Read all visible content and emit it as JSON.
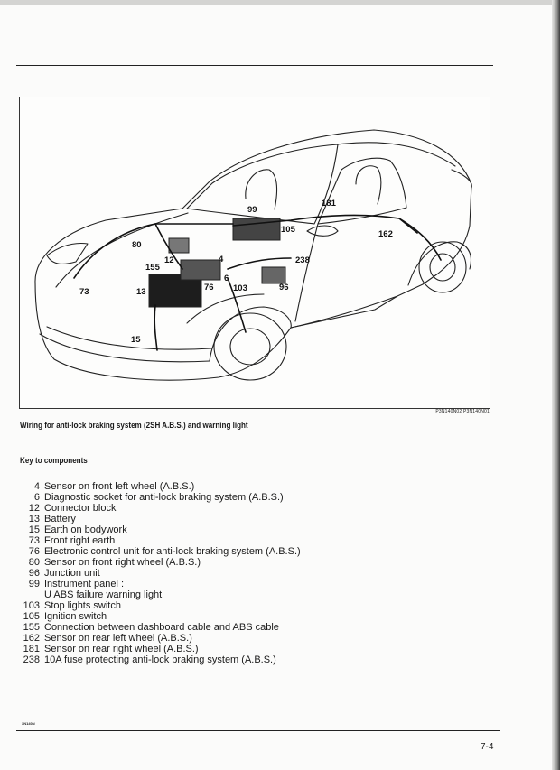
{
  "figure": {
    "ref_code": "P3N140N02  P3N140N01",
    "callouts": [
      {
        "label": "99"
      },
      {
        "label": "181"
      },
      {
        "label": "105"
      },
      {
        "label": "162"
      },
      {
        "label": "80"
      },
      {
        "label": "155"
      },
      {
        "label": "12"
      },
      {
        "label": "4"
      },
      {
        "label": "238"
      },
      {
        "label": "73"
      },
      {
        "label": "13"
      },
      {
        "label": "76"
      },
      {
        "label": "6"
      },
      {
        "label": "103"
      },
      {
        "label": "96"
      },
      {
        "label": "15"
      }
    ]
  },
  "caption": "Wiring for anti-lock braking system (2SH A.B.S.) and warning light",
  "key_heading": "Key to components",
  "components": [
    {
      "num": "4",
      "desc": "Sensor on front left wheel (A.B.S.)"
    },
    {
      "num": "6",
      "desc": "Diagnostic socket for anti-lock braking system (A.B.S.)"
    },
    {
      "num": "12",
      "desc": "Connector block"
    },
    {
      "num": "13",
      "desc": "Battery"
    },
    {
      "num": "15",
      "desc": "Earth on bodywork"
    },
    {
      "num": "73",
      "desc": "Front right earth"
    },
    {
      "num": "76",
      "desc": "Electronic control unit for anti-lock braking system (A.B.S.)"
    },
    {
      "num": "80",
      "desc": "Sensor on front right wheel (A.B.S.)"
    },
    {
      "num": "96",
      "desc": "Junction unit"
    },
    {
      "num": "99",
      "desc": "Instrument panel :"
    },
    {
      "num": "",
      "desc": "U ABS failure warning light"
    },
    {
      "num": "103",
      "desc": "Stop lights switch"
    },
    {
      "num": "105",
      "desc": "Ignition switch"
    },
    {
      "num": "155",
      "desc": "Connection between dashboard cable and ABS cable"
    },
    {
      "num": "162",
      "desc": "Sensor on rear left wheel (A.B.S.)"
    },
    {
      "num": "181",
      "desc": "Sensor on rear right wheel (A.B.S.)"
    },
    {
      "num": "238",
      "desc": "10A fuse protecting anti-lock braking system (A.B.S.)"
    }
  ],
  "footer_code": "3N140N",
  "page_number": "7-4"
}
